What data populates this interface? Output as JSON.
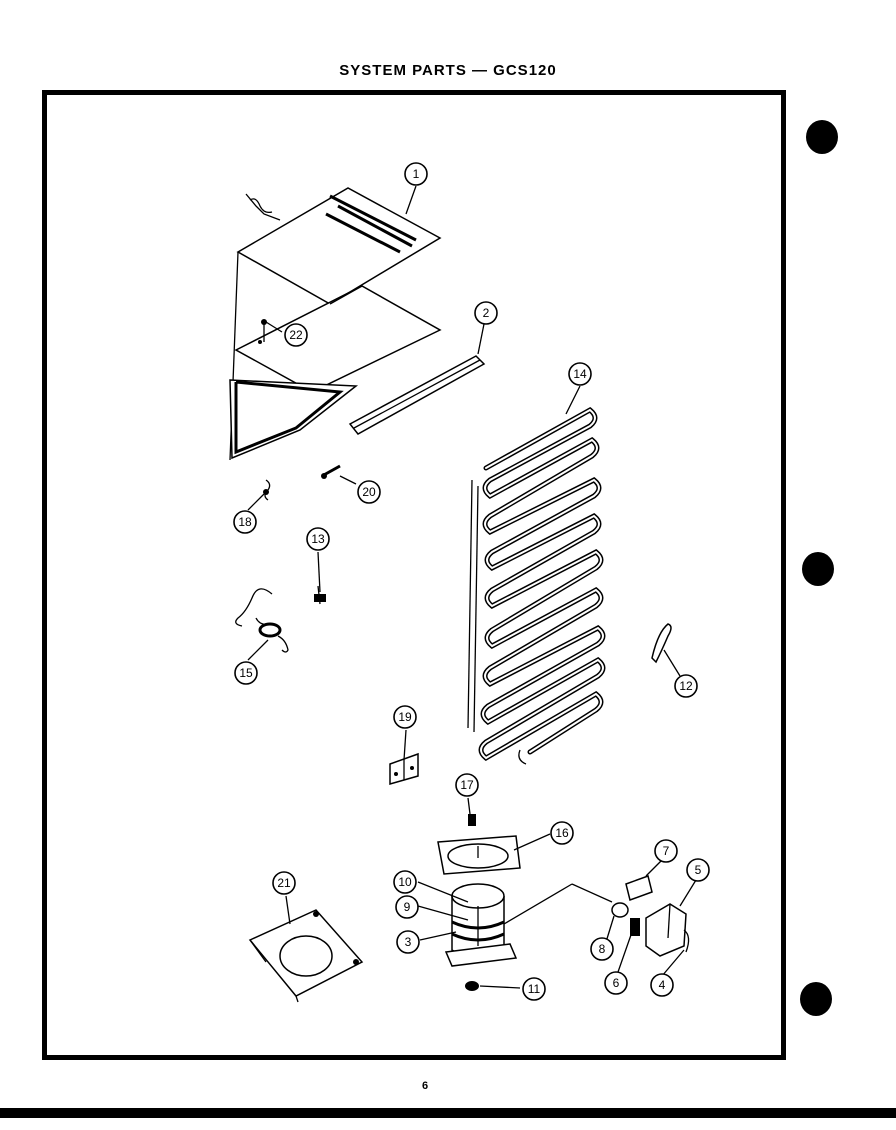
{
  "header": {
    "title": "SYSTEM PARTS — GCS120"
  },
  "footer": {
    "page_number": "6"
  },
  "callouts": [
    {
      "label": "1",
      "part": "cover-panel"
    },
    {
      "label": "2",
      "part": "trim-strip"
    },
    {
      "label": "3",
      "part": "compressor-band"
    },
    {
      "label": "4",
      "part": "relay-cover-clip"
    },
    {
      "label": "5",
      "part": "relay-cover"
    },
    {
      "label": "6",
      "part": "relay-clip"
    },
    {
      "label": "7",
      "part": "relay"
    },
    {
      "label": "8",
      "part": "overload"
    },
    {
      "label": "9",
      "part": "compressor-mark-9"
    },
    {
      "label": "10",
      "part": "compressor-mark-10"
    },
    {
      "label": "11",
      "part": "grommet"
    },
    {
      "label": "12",
      "part": "clip"
    },
    {
      "label": "13",
      "part": "screw"
    },
    {
      "label": "14",
      "part": "condenser-coil"
    },
    {
      "label": "15",
      "part": "heater-wire"
    },
    {
      "label": "16",
      "part": "drain-pan"
    },
    {
      "label": "17",
      "part": "pan-screw"
    },
    {
      "label": "18",
      "part": "spring-clip"
    },
    {
      "label": "19",
      "part": "bracket"
    },
    {
      "label": "20",
      "part": "rivet"
    },
    {
      "label": "21",
      "part": "compressor-base"
    },
    {
      "label": "22",
      "part": "cover-screw"
    }
  ]
}
